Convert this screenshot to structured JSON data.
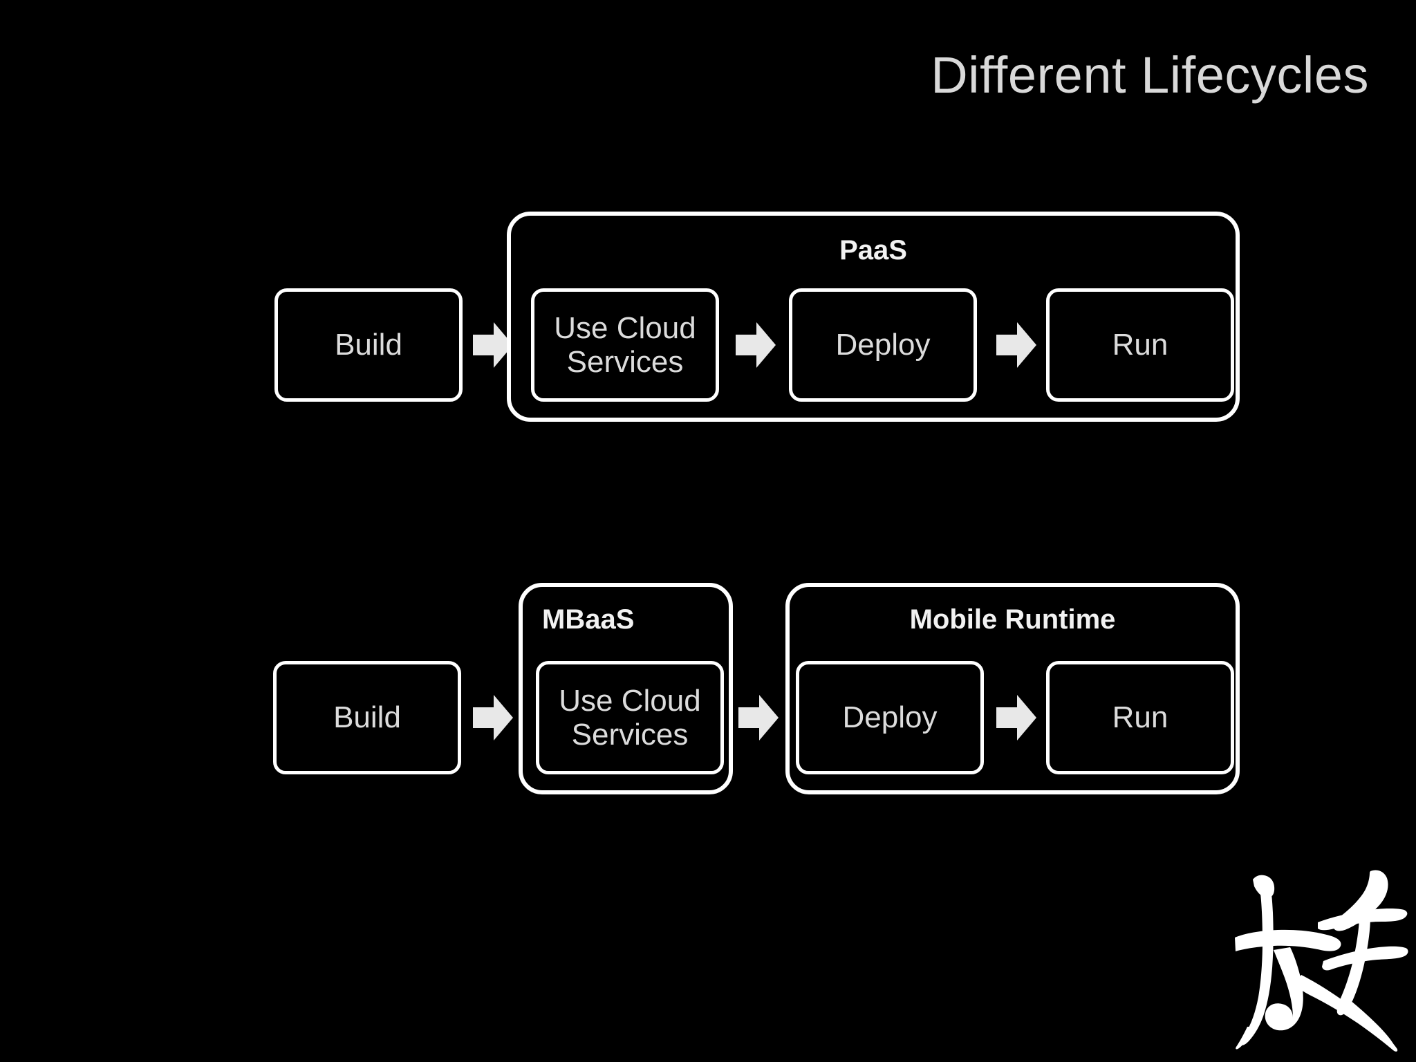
{
  "slide": {
    "title": "Different Lifecycles",
    "background_color": "#000000",
    "title_color": "#d9d9d9",
    "box_border_color": "#ffffff",
    "box_text_color": "#dcdcdc",
    "arrow_color": "#e8e8e8",
    "logo_color": "#ffffff"
  },
  "rows": [
    {
      "name": "paas-lifecycle",
      "standalone": {
        "label": "Build"
      },
      "group": {
        "title": "PaaS",
        "title_align": "center",
        "nodes": [
          {
            "label": "Use Cloud\nServices"
          },
          {
            "label": "Deploy"
          },
          {
            "label": "Run"
          }
        ]
      }
    },
    {
      "name": "mbaas-lifecycle",
      "standalone": {
        "label": "Build"
      },
      "groups": [
        {
          "title": "MBaaS",
          "title_align": "left",
          "nodes": [
            {
              "label": "Use Cloud\nServices"
            }
          ]
        },
        {
          "title": "Mobile Runtime",
          "title_align": "center",
          "nodes": [
            {
              "label": "Deploy"
            },
            {
              "label": "Run"
            }
          ]
        }
      ]
    }
  ],
  "arrows": {
    "icon": "right-block-arrow",
    "count_row1": 3,
    "count_row2": 3
  },
  "logo": {
    "icon": "calligraphy-brush-logo"
  }
}
